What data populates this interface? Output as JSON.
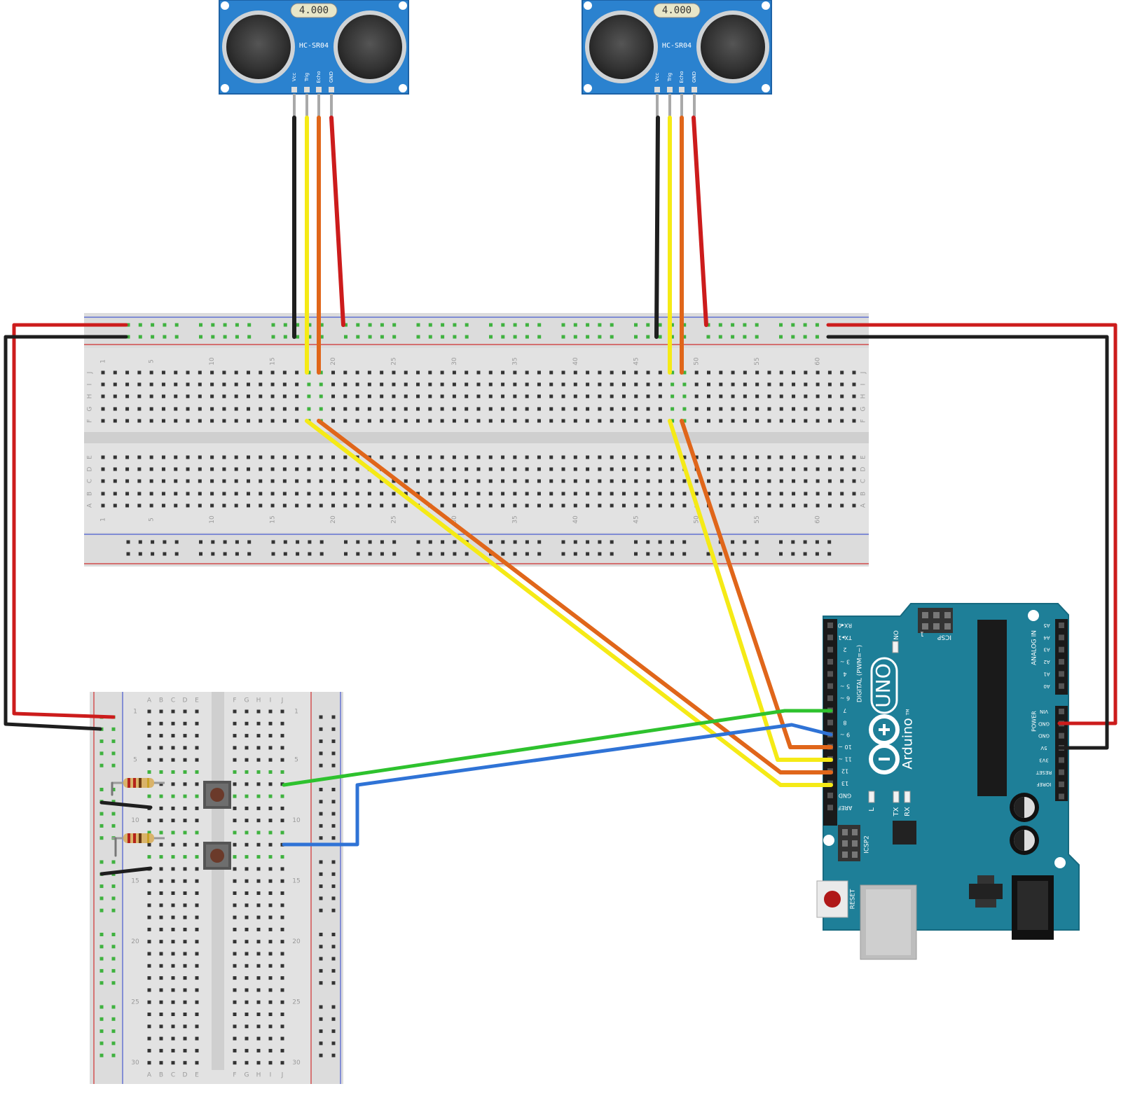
{
  "sensors": [
    {
      "display": "4.000",
      "model": "HC-SR04",
      "pins": [
        "Vcc",
        "Trig",
        "Echo",
        "GND"
      ]
    },
    {
      "display": "4.000",
      "model": "HC-SR04",
      "pins": [
        "Vcc",
        "Trig",
        "Echo",
        "GND"
      ]
    }
  ],
  "main_breadboard": {
    "col_numbers": [
      "1",
      "5",
      "10",
      "15",
      "20",
      "25",
      "30",
      "35",
      "40",
      "45",
      "50",
      "55",
      "60"
    ],
    "top_rows": [
      "J",
      "I",
      "H",
      "G",
      "F"
    ],
    "bottom_rows": [
      "E",
      "D",
      "C",
      "B",
      "A"
    ]
  },
  "small_breadboard": {
    "left_cols": [
      "A",
      "B",
      "C",
      "D",
      "E"
    ],
    "right_cols": [
      "F",
      "G",
      "H",
      "I",
      "J"
    ],
    "row_numbers": [
      "1",
      "5",
      "10",
      "15",
      "20",
      "25",
      "30"
    ]
  },
  "arduino": {
    "model": "UNO",
    "brand": "Arduino",
    "tm": "TM",
    "digital_label": "DIGITAL (PWM=~)",
    "analog_label": "ANALOG IN",
    "power_label": "POWER",
    "icsp_label": "ICSP",
    "icsp2_label": "ICSP2",
    "icsp_pin1": "1",
    "on_label": "ON",
    "l_label": "L",
    "tx_label": "TX",
    "rx_label": "RX",
    "reset_label": "RESET",
    "digital_pins": [
      "RX◂0",
      "TX▸1",
      "2",
      "3 ~",
      "4",
      "5 ~",
      "6 ~",
      "7",
      "8",
      "9 ~",
      "10 ~",
      "11 ~",
      "12",
      "13",
      "GND",
      "AREF"
    ],
    "analog_pins": [
      "A5",
      "A4",
      "A3",
      "A2",
      "A1",
      "A0"
    ],
    "power_pins": [
      "VIN",
      "GND",
      "GND",
      "5V",
      "3V3",
      "RESET",
      "IOREF"
    ]
  },
  "colors": {
    "wire_red": "#cc1c1c",
    "wire_black": "#1e1e1e",
    "wire_yellow": "#f5ea16",
    "wire_orange": "#e0661a",
    "wire_green": "#2ec22e",
    "wire_blue": "#2f73d6",
    "sensor_blue": "#2b82cf",
    "arduino_teal": "#1e7f98",
    "breadboard": "#e3e3e3"
  }
}
